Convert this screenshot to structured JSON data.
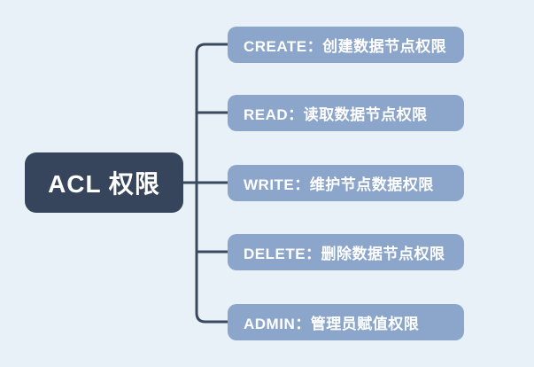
{
  "diagram": {
    "type": "mindmap",
    "root": {
      "label": "ACL 权限"
    },
    "branches": [
      {
        "label": "CREATE：创建数据节点权限"
      },
      {
        "label": "READ：读取数据节点权限"
      },
      {
        "label": "WRITE：维护节点数据权限"
      },
      {
        "label": "DELETE：删除数据节点权限"
      },
      {
        "label": "ADMIN：管理员赋值权限"
      }
    ],
    "colors": {
      "background": "#E9F1F8",
      "root_node": "#36455C",
      "branch_node": "#8BA6CA",
      "connector": "#3A4A5E",
      "text": "#FFFFFF"
    }
  }
}
